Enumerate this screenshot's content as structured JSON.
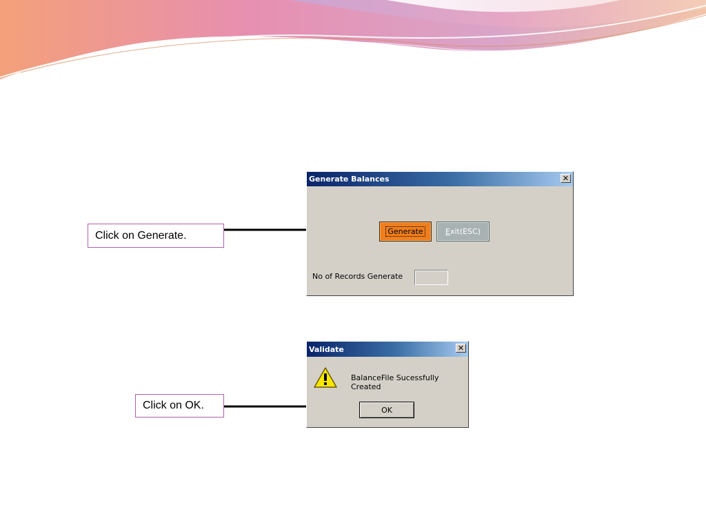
{
  "callouts": {
    "generate": "Click on Generate.",
    "ok": "Click on OK."
  },
  "generate_dialog": {
    "title": "Generate Balances",
    "close_glyph": "✕",
    "generate_button": "Generate",
    "exit_button_mnemonic": "E",
    "exit_button_rest": "xit(ESC)",
    "records_label": "No of Records Generate",
    "records_value": ""
  },
  "validate_dialog": {
    "title": "Validate",
    "close_glyph": "✕",
    "message": "BalanceFile Sucessfully Created",
    "ok_button": "OK",
    "icon": "warning-icon"
  },
  "colors": {
    "generate_button": "#f07e1e",
    "exit_button": "#a8b2b2",
    "dialog_face": "#d4d0c8",
    "callout_border": "#b05fa8",
    "titlebar_start": "#0a246a",
    "titlebar_end": "#a6caf0"
  }
}
